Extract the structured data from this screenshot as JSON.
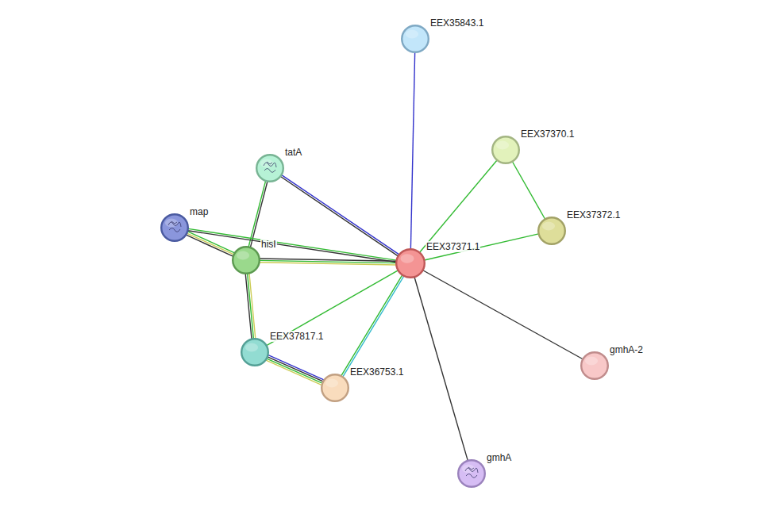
{
  "diagram": {
    "nodes": [
      {
        "text": [
          "EEX35843.1"
        ]
      },
      {
        "text": [
          "EEX37370.1"
        ]
      },
      {
        "text": [
          "tatA"
        ]
      },
      {
        "text": [
          "EEX37372.1"
        ]
      },
      {
        "text": [
          "map"
        ]
      },
      {
        "text": [
          "hisI"
        ]
      },
      {
        "text": [
          "EEX37371.1"
        ]
      },
      {
        "text": [
          "EEX37817.1"
        ]
      },
      {
        "text": [
          "gmhA-2"
        ]
      },
      {
        "text": [
          "EEX36753.1"
        ]
      },
      {
        "text": [
          "gmhA"
        ]
      }
    ],
    "edges": [
      {
        "from": 0,
        "to": 6,
        "arrow": "none"
      },
      {
        "from": 1,
        "to": 6,
        "arrow": "none"
      },
      {
        "from": 1,
        "to": 3,
        "arrow": "none"
      },
      {
        "from": 3,
        "to": 6,
        "arrow": "none"
      },
      {
        "from": 2,
        "to": 6,
        "arrow": "none"
      },
      {
        "from": 2,
        "to": 5,
        "arrow": "none"
      },
      {
        "from": 4,
        "to": 5,
        "arrow": "none"
      },
      {
        "from": 4,
        "to": 6,
        "arrow": "none"
      },
      {
        "from": 5,
        "to": 6,
        "arrow": "none"
      },
      {
        "from": 5,
        "to": 7,
        "arrow": "none"
      },
      {
        "from": 7,
        "to": 9,
        "arrow": "none"
      },
      {
        "from": 7,
        "to": 6,
        "arrow": "none"
      },
      {
        "from": 9,
        "to": 6,
        "arrow": "none"
      },
      {
        "from": 6,
        "to": 8,
        "arrow": "none"
      },
      {
        "from": 6,
        "to": 10,
        "arrow": "none"
      }
    ]
  }
}
